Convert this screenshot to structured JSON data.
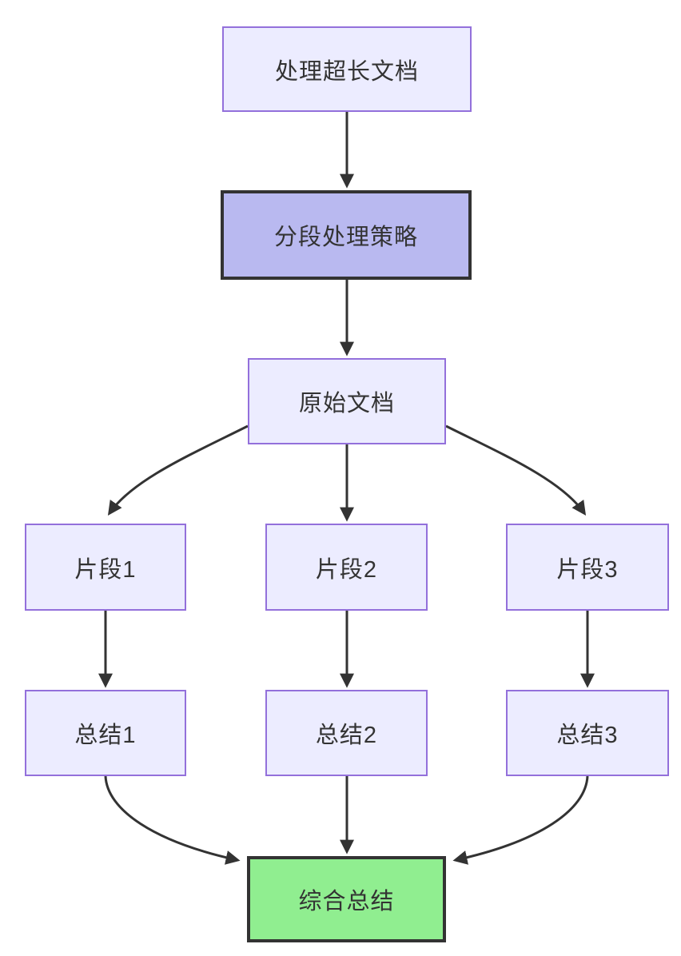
{
  "diagram": {
    "title": "long-document segmented summarization flowchart",
    "background": "#ffffff",
    "nodes": [
      {
        "id": "A",
        "label": "处理超长文档",
        "style": "default"
      },
      {
        "id": "B",
        "label": "分段处理策略",
        "style": "emphasis"
      },
      {
        "id": "C",
        "label": "原始文档",
        "style": "default"
      },
      {
        "id": "D1",
        "label": "片段1",
        "style": "default"
      },
      {
        "id": "D2",
        "label": "片段2",
        "style": "default"
      },
      {
        "id": "D3",
        "label": "片段3",
        "style": "default"
      },
      {
        "id": "E1",
        "label": "总结1",
        "style": "default"
      },
      {
        "id": "E2",
        "label": "总结2",
        "style": "default"
      },
      {
        "id": "E3",
        "label": "总结3",
        "style": "default"
      },
      {
        "id": "F",
        "label": "综合总结",
        "style": "result"
      }
    ],
    "edges": [
      {
        "from": "A",
        "to": "B"
      },
      {
        "from": "B",
        "to": "C"
      },
      {
        "from": "C",
        "to": "D1"
      },
      {
        "from": "C",
        "to": "D2"
      },
      {
        "from": "C",
        "to": "D3"
      },
      {
        "from": "D1",
        "to": "E1"
      },
      {
        "from": "D2",
        "to": "E2"
      },
      {
        "from": "D3",
        "to": "E3"
      },
      {
        "from": "E1",
        "to": "F"
      },
      {
        "from": "E2",
        "to": "F"
      },
      {
        "from": "E3",
        "to": "F"
      }
    ],
    "colors": {
      "node_fill": "#ECECFF",
      "node_border": "#9370DB",
      "emphasis_fill": "#B9B9F0",
      "emphasis_border": "#333333",
      "result_fill": "#90EE90",
      "result_border": "#333333",
      "edge_stroke": "#333333",
      "text": "#333333"
    }
  }
}
